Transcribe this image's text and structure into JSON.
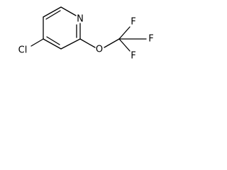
{
  "structure": {
    "atoms": {
      "n1": "N",
      "cl": "Cl",
      "o": "O",
      "f_top": "F",
      "f_right": "F",
      "f_bottom": "F"
    },
    "colors": {
      "bond": "#000000",
      "label": "#000000",
      "background": "#ffffff"
    }
  }
}
